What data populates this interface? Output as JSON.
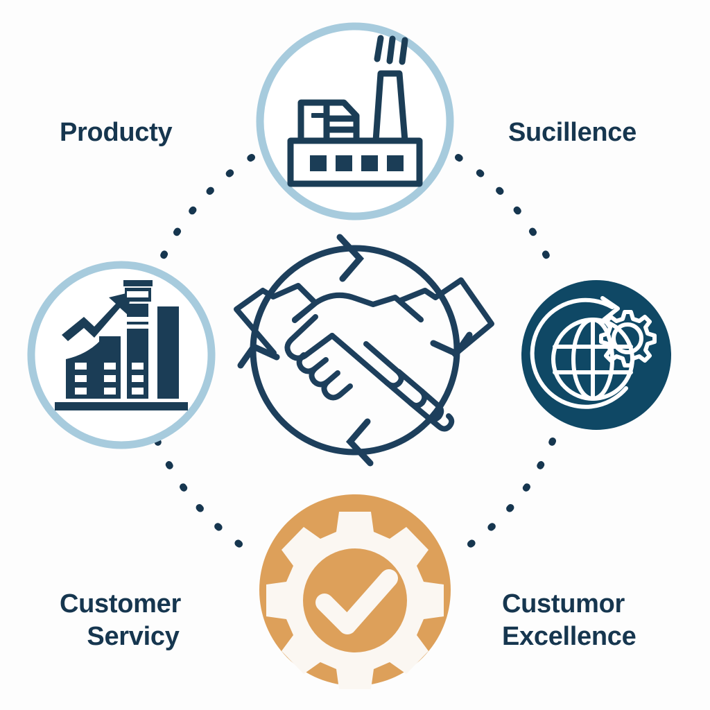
{
  "diagram": {
    "title": "Business Cycle Diagram",
    "background_color": "#fdfdfd",
    "text_color": "#16364f",
    "accent_light_blue": "#a7cbdd",
    "accent_dark_navy": "#0f4865",
    "accent_tan": "#dda05a",
    "accent_white": "#ffffff"
  },
  "center": {
    "icon": "handshake-icon",
    "ring_style": "solid-circle-with-cycle-arrows"
  },
  "nodes": {
    "top": {
      "icon": "factory-icon",
      "fill": "#ffffff",
      "stroke": "#a7cbdd",
      "icon_color": "#16364f"
    },
    "left": {
      "icon": "growth-bar-chart-icon",
      "fill": "#ffffff",
      "stroke": "#a7cbdd",
      "icon_color": "#1b3d56"
    },
    "right": {
      "icon": "globe-gear-icon",
      "fill": "#0f4865",
      "stroke": "#0f4865",
      "icon_color": "#ffffff"
    },
    "bottom": {
      "icon": "gear-check-icon",
      "fill": "#dda05a",
      "stroke": "#dda05a",
      "icon_color": "#fbf7f2"
    }
  },
  "labels": {
    "top_left": "Producty",
    "top_right": "Sucillence",
    "bottom_left_line1": "Customer",
    "bottom_left_line2": "Servicy",
    "bottom_right_line1": "Custumor",
    "bottom_right_line2": "Excellence"
  },
  "connectors": {
    "style": "dotted-arc",
    "color": "#16364f",
    "count": 4
  }
}
